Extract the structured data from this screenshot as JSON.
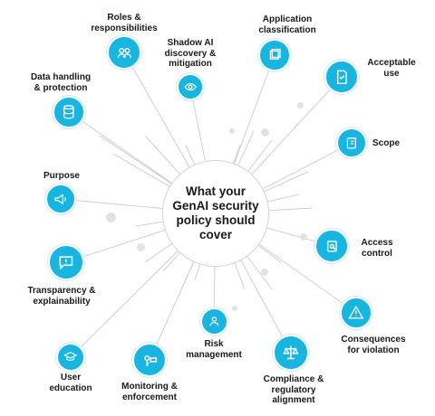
{
  "center": {
    "lines": [
      "What your",
      "GenAI security",
      "policy should",
      "cover"
    ]
  },
  "nodes": {
    "roles": {
      "label": [
        "Roles &",
        "responsibilities"
      ],
      "icon": "people-icon"
    },
    "shadow": {
      "label": [
        "Shadow AI",
        "discovery &",
        "mitigation"
      ],
      "icon": "eye-icon"
    },
    "application": {
      "label": [
        "Application",
        "classification"
      ],
      "icon": "stack-icon"
    },
    "acceptable": {
      "label": [
        "Acceptable",
        "use"
      ],
      "icon": "document-check-icon"
    },
    "scope": {
      "label": [
        "Scope"
      ],
      "icon": "scroll-icon"
    },
    "access": {
      "label": [
        "Access",
        "control"
      ],
      "icon": "lock-icon"
    },
    "consequences": {
      "label": [
        "Consequences",
        "for violation"
      ],
      "icon": "warning-icon"
    },
    "compliance": {
      "label": [
        "Compliance &",
        "regulatory",
        "alignment"
      ],
      "icon": "scales-icon"
    },
    "risk": {
      "label": [
        "Risk",
        "management"
      ],
      "icon": "person-alert-icon"
    },
    "monitoring": {
      "label": [
        "Monitoring &",
        "enforcement"
      ],
      "icon": "key-icon"
    },
    "education": {
      "label": [
        "User",
        "education"
      ],
      "icon": "graduation-cap-icon"
    },
    "transparency": {
      "label": [
        "Transparency &",
        "explainability"
      ],
      "icon": "chat-icon"
    },
    "purpose": {
      "label": [
        "Purpose"
      ],
      "icon": "megaphone-icon"
    },
    "data": {
      "label": [
        "Data handling",
        "& protection"
      ],
      "icon": "database-icon"
    }
  },
  "colors": {
    "node": "#17b5e0",
    "line": "#cfcfcf",
    "dot": "#e2e2e2",
    "text": "#1a1a1a"
  }
}
